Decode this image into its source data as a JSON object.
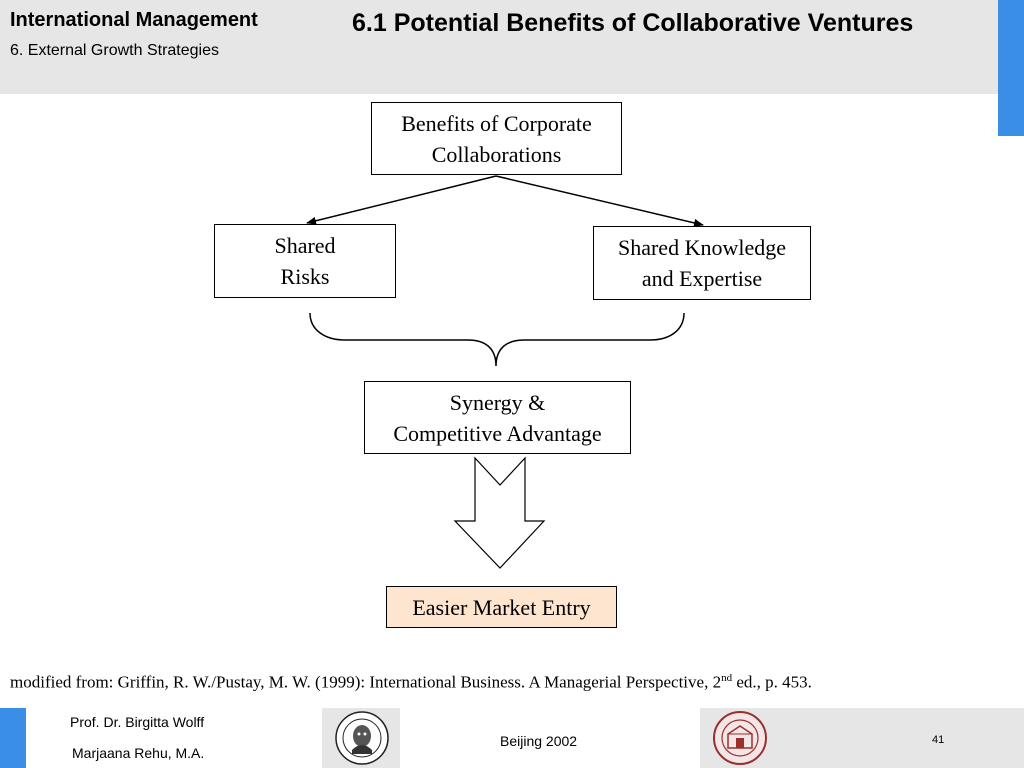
{
  "header": {
    "course_title": "International Management",
    "course_subtitle": "6.  External Growth Strategies",
    "slide_title": "6.1 Potential Benefits of Collaborative Ventures"
  },
  "diagram": {
    "root": {
      "line1": "Benefits of Corporate",
      "line2": "Collaborations"
    },
    "left": {
      "line1": "Shared",
      "line2": "Risks"
    },
    "right": {
      "line1": "Shared Knowledge",
      "line2": "and Expertise"
    },
    "synergy": {
      "line1": "Synergy &",
      "line2": "Competitive Advantage"
    },
    "result": {
      "line1": "Easier Market Entry"
    }
  },
  "citation": {
    "text": "modified from: Griffin, R. W./Pustay, M. W. (1999): International Business. A Managerial Perspective, 2",
    "superscript": "nd",
    "tail": " ed., p. 453."
  },
  "footer": {
    "author1": "Prof. Dr. Birgitta Wolff",
    "author2": "Marjaana Rehu, M.A.",
    "place": "Beijing 2002",
    "page_number": "41"
  },
  "colors": {
    "header_bg": "#e6e6e6",
    "accent_blue": "#3a8ee6",
    "result_fill": "#fde5cf"
  }
}
